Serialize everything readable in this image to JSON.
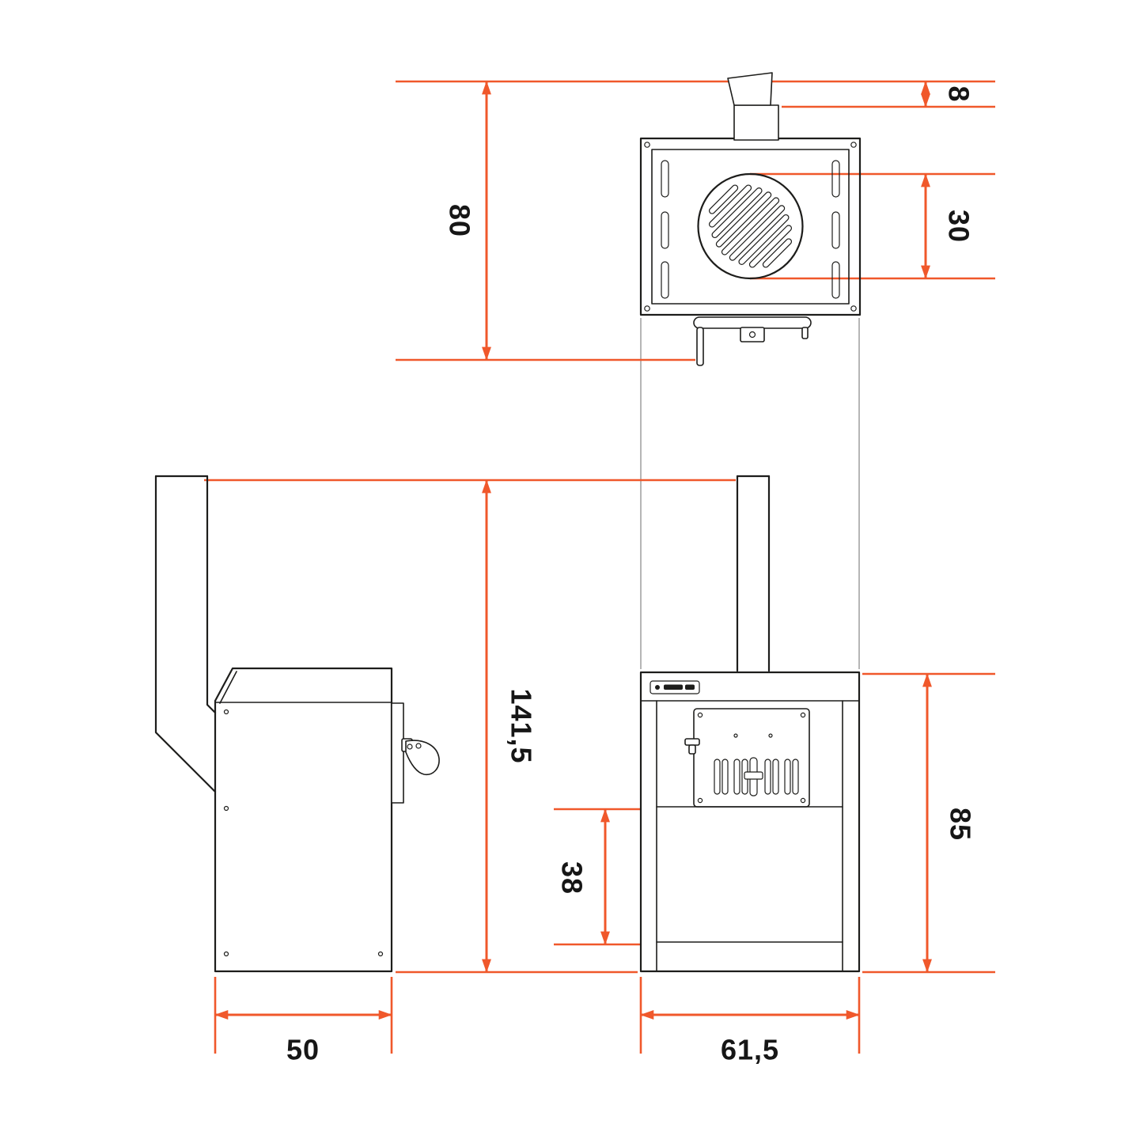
{
  "diagram": {
    "background_color": "#ffffff",
    "accent_color": "#F0582B",
    "line_color": "#1D1D1B",
    "dimensions": {
      "overall_depth": "80",
      "damper_height": "8",
      "grate_diameter": "30",
      "overall_height": "141,5",
      "body_height": "85",
      "storage_height": "38",
      "body_depth": "50",
      "body_width": "61,5"
    }
  }
}
